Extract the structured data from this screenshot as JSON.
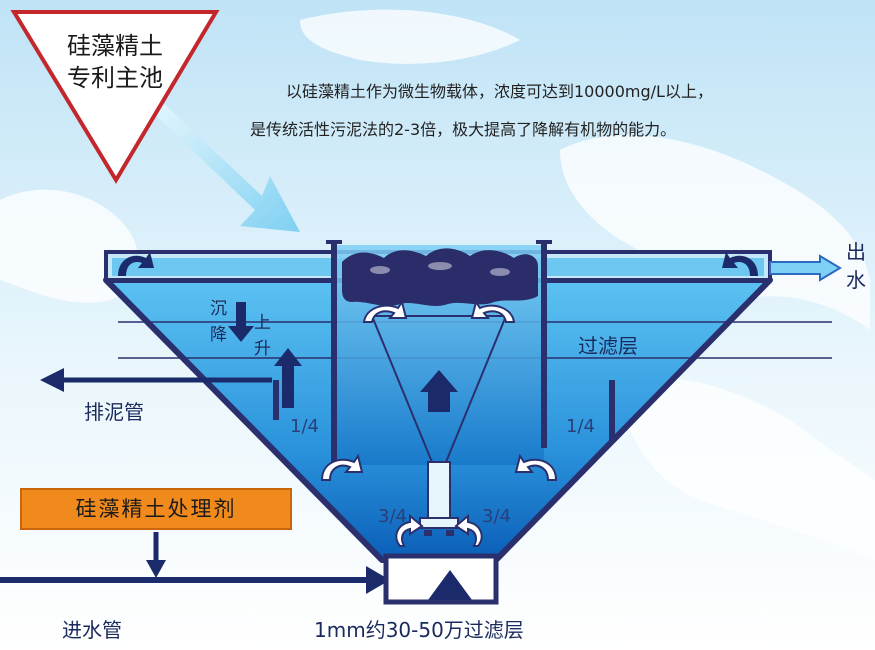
{
  "badge": {
    "line1": "硅藻精土",
    "line2": "专利主池"
  },
  "description": {
    "line1": "以硅藻精土作为微生物载体，浓度可达到10000mg/L以上，",
    "line2": "是传统活性污泥法的2-3倍，极大提高了降解有机物的能力。"
  },
  "labels": {
    "outlet": [
      "出",
      "水"
    ],
    "settle": [
      "沉",
      "降"
    ],
    "rise": [
      "上",
      "升"
    ],
    "filter_layer": "过滤层",
    "sludge_pipe": "排泥管",
    "chemical": "硅藻精土处理剂",
    "inlet_pipe": "进水管",
    "bottom_note": "1mm约30-50万过滤层",
    "quarter_left": "1/4",
    "quarter_right": "1/4",
    "three_quarter_left": "3/4",
    "three_quarter_right": "3/4"
  },
  "colors": {
    "tank_outline": "#2a2f6e",
    "water_top": "#4fb6ee",
    "water_bottom": "#0d6fc4",
    "badge_border": "#c3272c",
    "chemical_box": "#f08a1c",
    "arrow_blue": "#2d7fd6",
    "light_arrow": "#8fd6f5"
  }
}
